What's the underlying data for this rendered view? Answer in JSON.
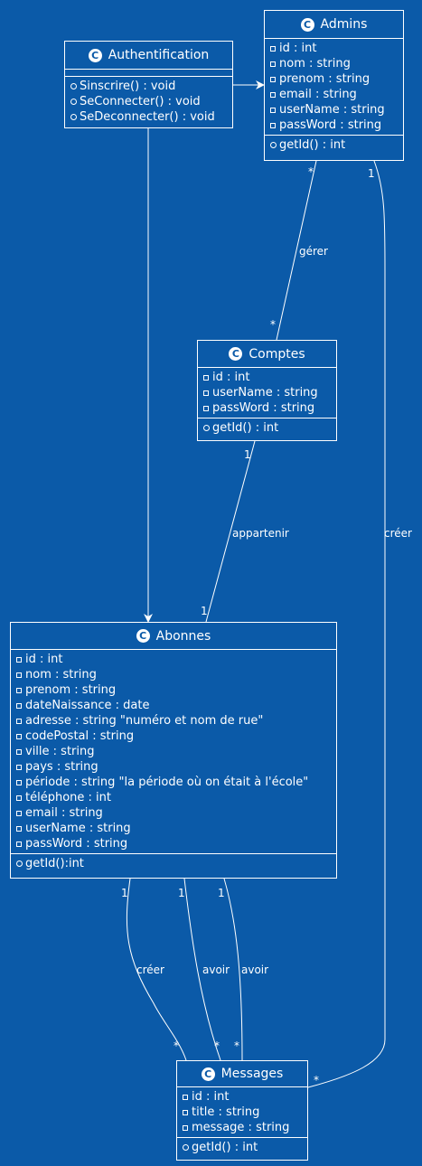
{
  "colors": {
    "background": "#0b5aa8",
    "stroke": "#ffffff"
  },
  "stereotype_icon": "class-c-icon",
  "stereotype_letter": "C",
  "classes": {
    "authentification": {
      "name": "Authentification",
      "attributes": [],
      "methods": [
        "Sinscrire() : void",
        "SeConnecter() : void",
        "SeDeconnecter() : void"
      ]
    },
    "admins": {
      "name": "Admins",
      "attributes": [
        "id : int",
        "nom : string",
        "prenom : string",
        "email : string",
        "userName : string",
        "passWord : string"
      ],
      "methods": [
        "getId() : int"
      ]
    },
    "comptes": {
      "name": "Comptes",
      "attributes": [
        "id : int",
        "userName : string",
        "passWord : string"
      ],
      "methods": [
        "getId() : int"
      ]
    },
    "abonnes": {
      "name": "Abonnes",
      "attributes": [
        "id : int",
        "nom : string",
        "prenom : string",
        "dateNaissance : date",
        "adresse : string \"numéro et nom de rue\"",
        "codePostal : string",
        "ville : string",
        "pays : string",
        "période : string \"la période où on était à l'école\"",
        "téléphone : int",
        "email : string",
        "userName : string",
        "passWord : string"
      ],
      "methods": [
        "getId():int"
      ]
    },
    "messages": {
      "name": "Messages",
      "attributes": [
        "id : int",
        "title : string",
        "message : string"
      ],
      "methods": [
        "getId() : int"
      ]
    }
  },
  "relations": [
    {
      "id": "auth-admins",
      "from": "Authentification",
      "to": "Admins",
      "label": "",
      "from_mult": "",
      "to_mult": ""
    },
    {
      "id": "auth-abonnes",
      "from": "Authentification",
      "to": "Abonnes",
      "label": "",
      "from_mult": "",
      "to_mult": ""
    },
    {
      "id": "admins-comptes",
      "from": "Admins",
      "to": "Comptes",
      "label": "gérer",
      "from_mult": "*",
      "to_mult": "*"
    },
    {
      "id": "comptes-abonnes",
      "from": "Comptes",
      "to": "Abonnes",
      "label": "appartenir",
      "from_mult": "1",
      "to_mult": "1"
    },
    {
      "id": "admins-messages",
      "from": "Admins",
      "to": "Messages",
      "label": "créer",
      "from_mult": "1",
      "to_mult": "*"
    },
    {
      "id": "abonnes-messages-creer",
      "from": "Abonnes",
      "to": "Messages",
      "label": "créer",
      "from_mult": "1",
      "to_mult": "*"
    },
    {
      "id": "abonnes-messages-avoir-1",
      "from": "Abonnes",
      "to": "Messages",
      "label": "avoir",
      "from_mult": "1",
      "to_mult": "*"
    },
    {
      "id": "abonnes-messages-avoir-2",
      "from": "Abonnes",
      "to": "Messages",
      "label": "avoir",
      "from_mult": "1",
      "to_mult": "*"
    }
  ]
}
